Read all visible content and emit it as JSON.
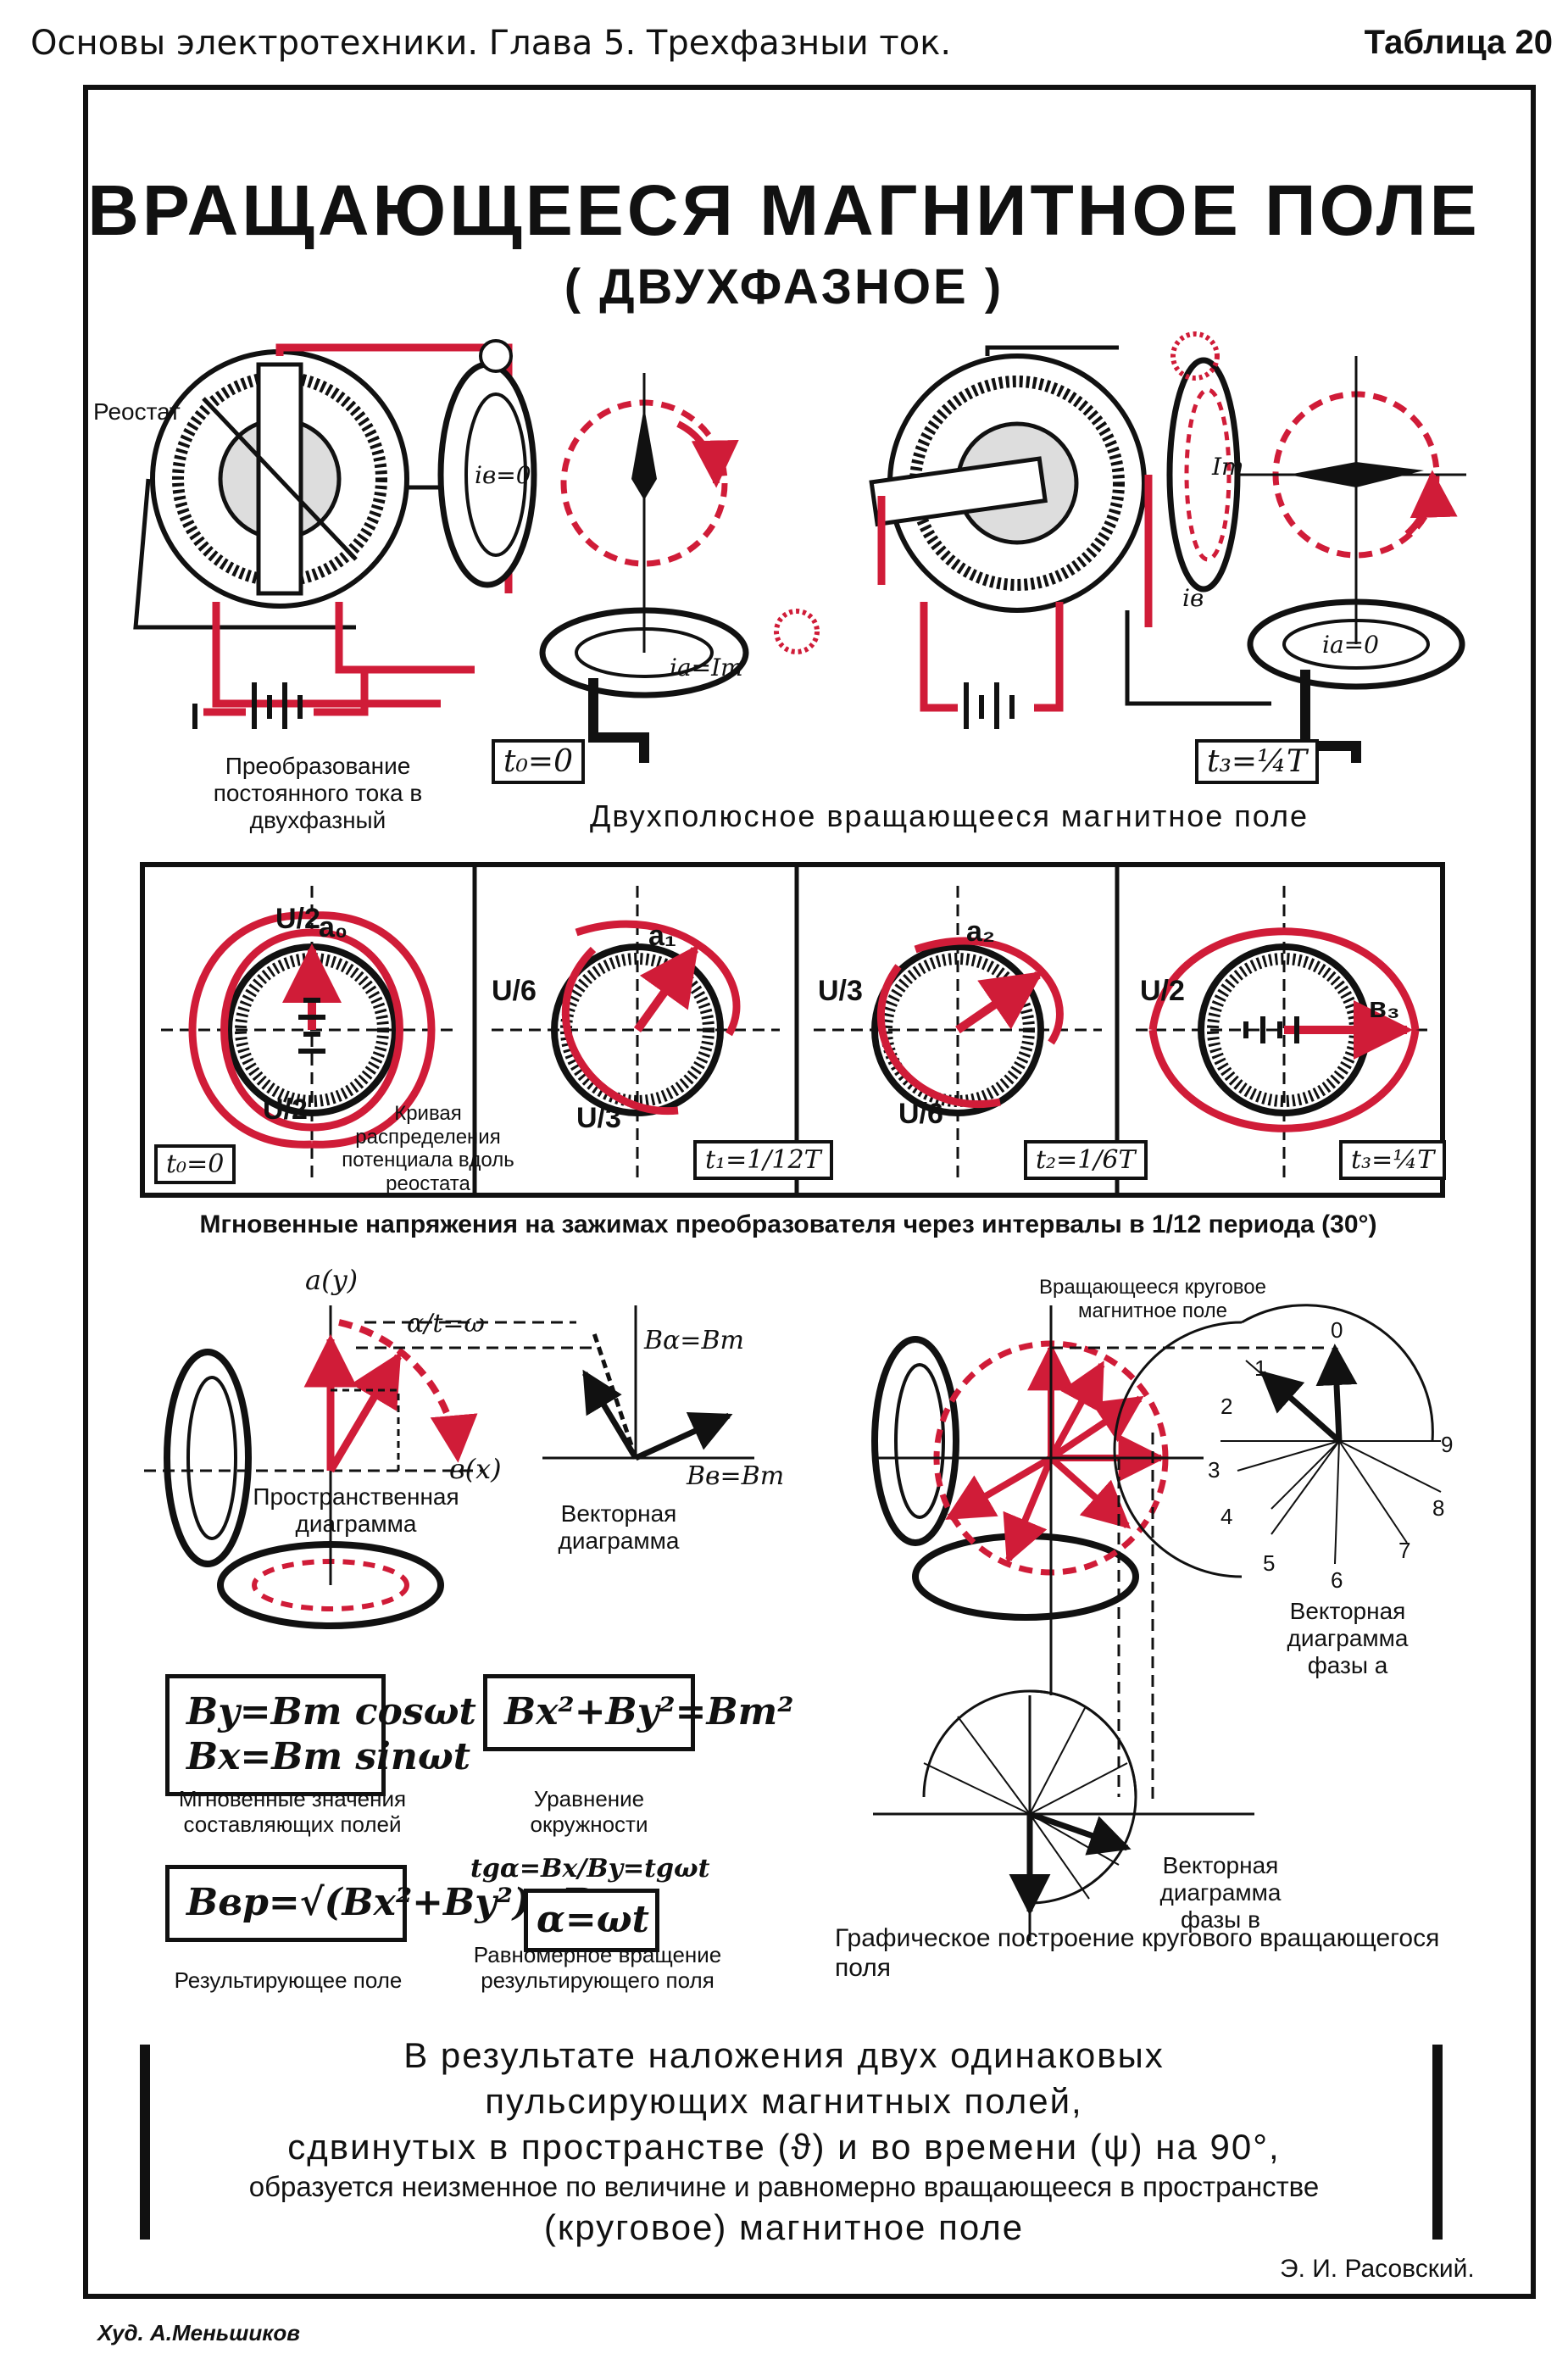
{
  "header": {
    "left": "Основы электротехники. Глава 5. Трехфазныи ток.",
    "right": "Таблица 20"
  },
  "title": {
    "line1": "ВРАЩАЮЩЕЕСЯ МАГНИТНОЕ ПОЛЕ",
    "line2": "( ДВУХФАЗНОЕ )"
  },
  "top_section": {
    "rheostat_label": "Реостат",
    "converter_caption": "Преобразование постоянного тока в двухфазный",
    "time_left": "t₀=0",
    "time_right": "t₃=¼T",
    "field_caption": "Двухполюсное вращающееся магнитное поле",
    "currents": {
      "ib0": "iв=0",
      "ia_im": "ia=Im",
      "im": "Im",
      "ib": "iв",
      "ia0": "iа=0"
    }
  },
  "panels": {
    "labels": [
      {
        "time": "t₀=0",
        "up": "U/2",
        "down": "U/2",
        "point": "a₀"
      },
      {
        "time": "t₁=1/12T",
        "up": "U/6",
        "down": "U/3",
        "point": "a₁"
      },
      {
        "time": "t₂=1/6T",
        "up": "U/3",
        "down": "U/6",
        "point": "a₂"
      },
      {
        "time": "t₃=¼T",
        "up": "U/2",
        "down": "",
        "point": "в₃"
      }
    ],
    "curve_caption": "Кривая распределения потенциала вдоль реостата",
    "caption": "Мгновенные напряжения на зажимах преобразователя через интервалы в 1/12 периода (30°)"
  },
  "left_diagrams": {
    "spatial_caption": "Пространственная диаграмма",
    "vector_caption": "Векторная диаграмма",
    "omega_eq": "α/t=ω",
    "axis_a": "a(y)",
    "axis_b": "в(x)",
    "bd_bm": "Bα=Bm",
    "bb_bm": "Bв=Bm"
  },
  "formulas": {
    "f1_line1": "By=Bm cosωt",
    "f1_line2": "Bx=Bm sinωt",
    "f1_caption": "Мгновенные значения составляющих полей",
    "f2": "Bx²+By²=Bm²",
    "f2_caption": "Уравнение окружности",
    "f3": "Bвр=√(Bx²+By²)=Bm",
    "f3_caption": "Результирующее поле",
    "f4_top": "tgα=Bx/By=tgωt",
    "f4": "α=ωt",
    "f4_caption": "Равномерное вращение результирующего поля"
  },
  "right_diagrams": {
    "rotating_caption": "Вращающееся круговое магнитное поле",
    "phase_a_caption": "Векторная диаграмма фазы a",
    "phase_b_caption": "Векторная диаграмма фазы в",
    "construction_caption": "Графическое построение кругового вращающегося поля",
    "numbers": [
      "0",
      "1",
      "2",
      "3",
      "4",
      "5",
      "6",
      "7",
      "8",
      "9"
    ]
  },
  "conclusion": {
    "line1": "В результате наложения двух одинаковых",
    "line2": "пульсирующих магнитных полей,",
    "line3": "сдвинутых в пространстве (ϑ) и во времени (ψ) на 90°,",
    "line4": "образуется неизменное по величине и равномерно вращающееся в пространстве",
    "line5": "(круговое) магнитное поле"
  },
  "author": "Э. И. Расовский.",
  "artist": "Худ. А.Меньшиков",
  "colors": {
    "accent": "#d01c38",
    "ink": "#111111",
    "paper": "#ffffff"
  }
}
